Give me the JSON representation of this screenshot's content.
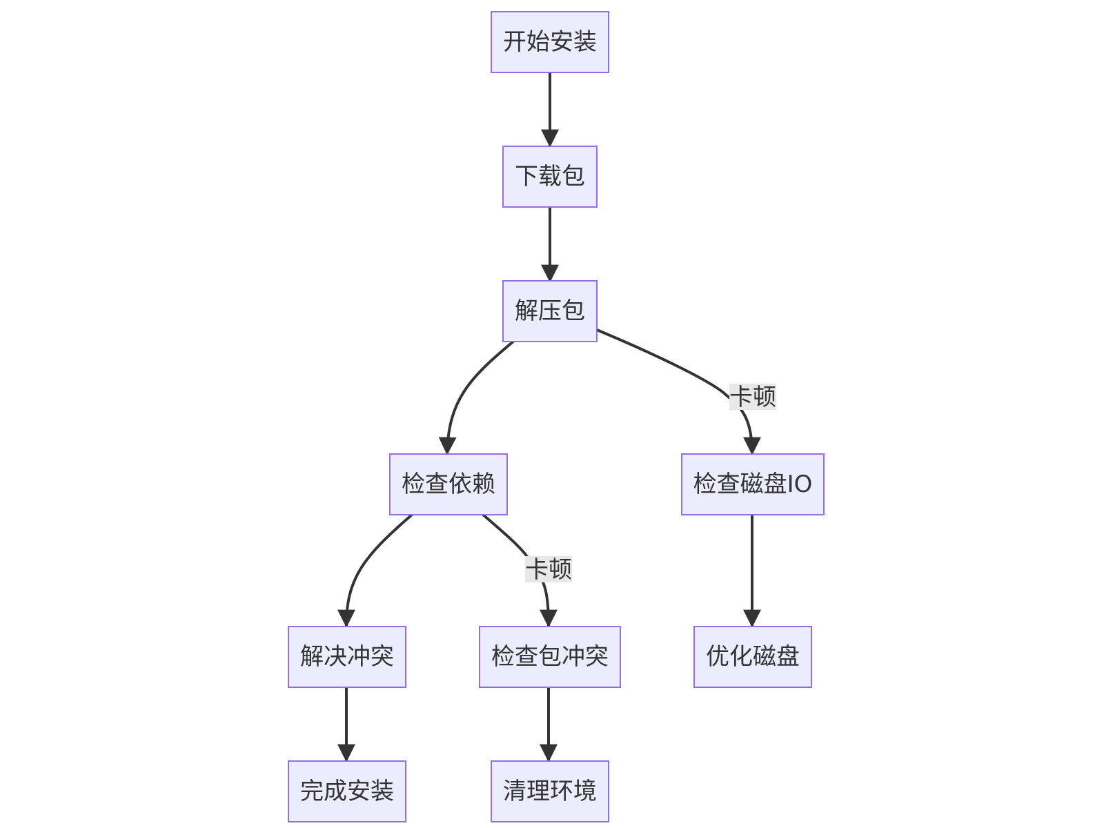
{
  "diagram": {
    "type": "flowchart",
    "colors": {
      "node_fill": "#ececff",
      "node_border": "#9370db",
      "text": "#333333",
      "edge": "#333333",
      "edge_label_bg": "#e8e8e8"
    },
    "nodes": [
      {
        "id": "start",
        "label": "开始安装"
      },
      {
        "id": "download",
        "label": "下载包"
      },
      {
        "id": "extract",
        "label": "解压包"
      },
      {
        "id": "check_deps",
        "label": "检查依赖"
      },
      {
        "id": "check_io",
        "label": "检查磁盘IO"
      },
      {
        "id": "resolve",
        "label": "解决冲突"
      },
      {
        "id": "check_conflict",
        "label": "检查包冲突"
      },
      {
        "id": "optimize_disk",
        "label": "优化磁盘"
      },
      {
        "id": "finish",
        "label": "完成安装"
      },
      {
        "id": "cleanup",
        "label": "清理环境"
      }
    ],
    "edges": [
      {
        "from": "start",
        "to": "download",
        "label": ""
      },
      {
        "from": "download",
        "to": "extract",
        "label": ""
      },
      {
        "from": "extract",
        "to": "check_deps",
        "label": ""
      },
      {
        "from": "extract",
        "to": "check_io",
        "label": "卡顿"
      },
      {
        "from": "check_deps",
        "to": "resolve",
        "label": ""
      },
      {
        "from": "check_deps",
        "to": "check_conflict",
        "label": "卡顿"
      },
      {
        "from": "check_io",
        "to": "optimize_disk",
        "label": ""
      },
      {
        "from": "resolve",
        "to": "finish",
        "label": ""
      },
      {
        "from": "check_conflict",
        "to": "cleanup",
        "label": ""
      }
    ]
  }
}
